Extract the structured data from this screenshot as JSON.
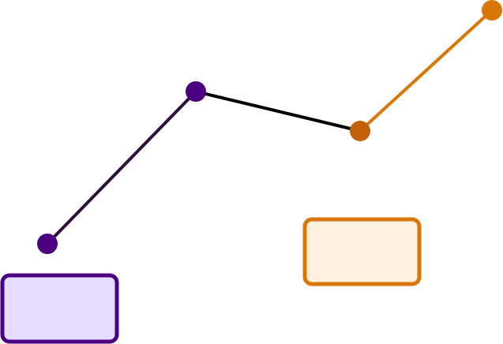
{
  "diagram": {
    "colors": {
      "purple_dark": "#2e0f3a",
      "purple": "#4b0082",
      "purple_fill": "#e6dcff",
      "black": "#000000",
      "orange": "#d97706",
      "orange_dark": "#c2610a",
      "orange_fill": "#fff0df"
    },
    "segments": [
      {
        "name": "segment-left",
        "color": "#2e0f3a"
      },
      {
        "name": "segment-middle",
        "color": "#000000"
      },
      {
        "name": "segment-right",
        "color": "#d97706"
      }
    ],
    "nodes": [
      {
        "name": "node-start",
        "color": "#4b0082"
      },
      {
        "name": "node-peak",
        "color": "#4b0082"
      },
      {
        "name": "node-dip",
        "color": "#c2610a"
      },
      {
        "name": "node-end",
        "color": "#d97706"
      }
    ],
    "boxes": [
      {
        "name": "box-purple",
        "fill": "#e6dcff",
        "stroke": "#4b0082"
      },
      {
        "name": "box-orange",
        "fill": "#fff0df",
        "stroke": "#d97706"
      }
    ]
  }
}
